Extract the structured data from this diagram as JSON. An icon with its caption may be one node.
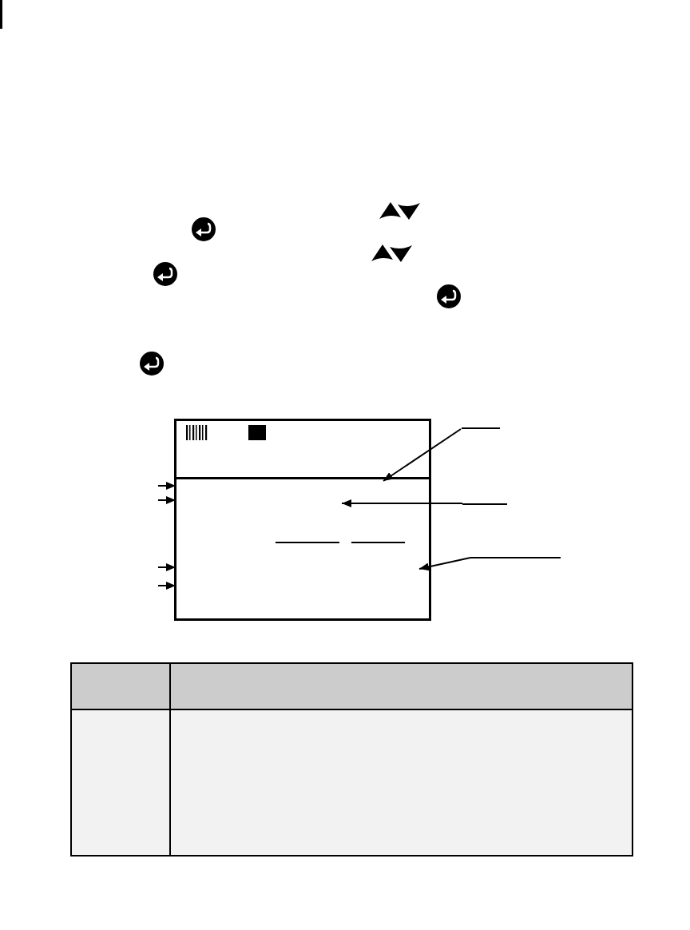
{
  "diagram": {
    "nodes": [
      {
        "text": [],
        "shape": "box"
      },
      {
        "text": [],
        "shape": "line"
      },
      {
        "text": [],
        "shape": "line"
      },
      {
        "text": [],
        "shape": "line"
      }
    ],
    "edges": [
      {
        "from": 1,
        "to": 0,
        "arrow": "to"
      },
      {
        "from": null,
        "to": 0,
        "arrow": "to"
      },
      {
        "from": null,
        "to": 0,
        "arrow": "to"
      },
      {
        "from": 2,
        "to": 0,
        "arrow": "to"
      },
      {
        "from": 3,
        "to": 0,
        "arrow": "to"
      },
      {
        "from": null,
        "to": 0,
        "arrow": "to"
      },
      {
        "from": null,
        "to": 0,
        "arrow": "to"
      }
    ]
  }
}
